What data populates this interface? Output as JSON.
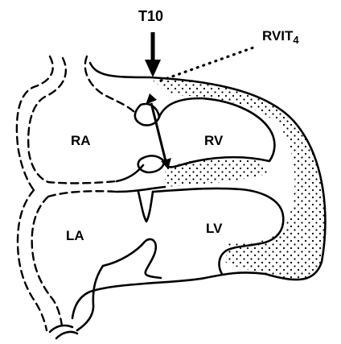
{
  "labels": {
    "t10": "T10",
    "rvit": "RVIT",
    "rvit_sub": "4",
    "ra": "RA",
    "rv": "RV",
    "la": "LA",
    "lv": "LV"
  },
  "colors": {
    "ink": "#000000",
    "background": "#ffffff"
  }
}
